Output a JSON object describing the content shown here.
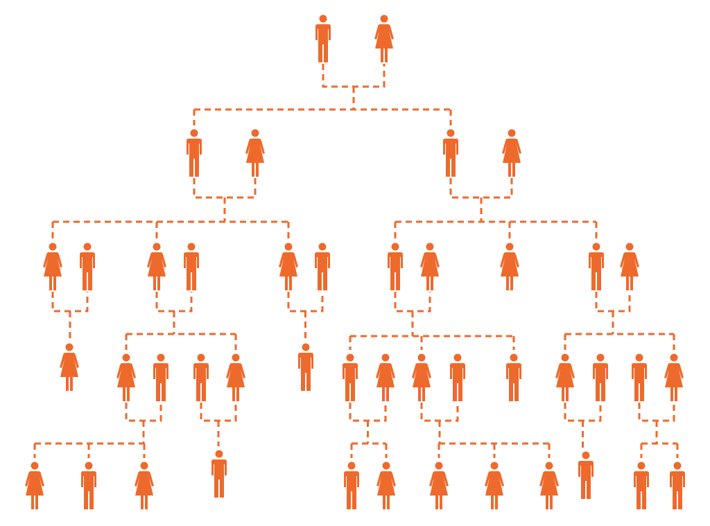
{
  "diagram": {
    "type": "family-tree",
    "colors": {
      "figure": "#EE6A2C",
      "connector": "#EE6A2C",
      "background": "#FFFFFF"
    },
    "icon_names": {
      "male": "male-person-icon",
      "female": "female-person-icon"
    },
    "people": [
      {
        "id": "p1",
        "gender": "male"
      },
      {
        "id": "p2",
        "gender": "female"
      },
      {
        "id": "p3",
        "gender": "male"
      },
      {
        "id": "p4",
        "gender": "female"
      },
      {
        "id": "p5",
        "gender": "male"
      },
      {
        "id": "p6",
        "gender": "female"
      },
      {
        "id": "p7",
        "gender": "female"
      },
      {
        "id": "p8",
        "gender": "male"
      },
      {
        "id": "p9",
        "gender": "female"
      },
      {
        "id": "p10",
        "gender": "male"
      },
      {
        "id": "p11",
        "gender": "female"
      },
      {
        "id": "p12",
        "gender": "male"
      },
      {
        "id": "p13",
        "gender": "male"
      },
      {
        "id": "p14",
        "gender": "female"
      },
      {
        "id": "p15",
        "gender": "female"
      },
      {
        "id": "p16",
        "gender": "male"
      },
      {
        "id": "p17",
        "gender": "female"
      },
      {
        "id": "p18",
        "gender": "female"
      },
      {
        "id": "p19",
        "gender": "male"
      },
      {
        "id": "p20",
        "gender": "male"
      },
      {
        "id": "p21",
        "gender": "female"
      },
      {
        "id": "p22",
        "gender": "male"
      },
      {
        "id": "p23",
        "gender": "male"
      },
      {
        "id": "p24",
        "gender": "female"
      },
      {
        "id": "p25",
        "gender": "female"
      },
      {
        "id": "p26",
        "gender": "male"
      },
      {
        "id": "p27",
        "gender": "male"
      },
      {
        "id": "p28",
        "gender": "female"
      },
      {
        "id": "p29",
        "gender": "male"
      },
      {
        "id": "p30",
        "gender": "male"
      },
      {
        "id": "p31",
        "gender": "female"
      },
      {
        "id": "p32",
        "gender": "female"
      },
      {
        "id": "p33",
        "gender": "male"
      },
      {
        "id": "p34",
        "gender": "female"
      },
      {
        "id": "p35",
        "gender": "male"
      },
      {
        "id": "p36",
        "gender": "male"
      },
      {
        "id": "p37",
        "gender": "female"
      },
      {
        "id": "p38",
        "gender": "female"
      },
      {
        "id": "p39",
        "gender": "female"
      },
      {
        "id": "p40",
        "gender": "female"
      },
      {
        "id": "p41",
        "gender": "male"
      },
      {
        "id": "p42",
        "gender": "male"
      },
      {
        "id": "p43",
        "gender": "male"
      }
    ],
    "families": [
      {
        "parents": [
          "p1",
          "p2"
        ],
        "children": [
          "p3",
          "p5"
        ]
      },
      {
        "parents": [
          "p3",
          "p4"
        ],
        "children": [
          "p7",
          "p9",
          "p11"
        ]
      },
      {
        "parents": [
          "p5",
          "p6"
        ],
        "children": [
          "p13",
          "p15",
          "p16"
        ]
      },
      {
        "parents": [
          "p7",
          "p8"
        ],
        "children": [
          "p18"
        ]
      },
      {
        "parents": [
          "p9",
          "p10"
        ],
        "children": [
          "p19",
          "p21"
        ]
      },
      {
        "parents": [
          "p11",
          "p12"
        ],
        "children": [
          "p23"
        ]
      },
      {
        "parents": [
          "p13",
          "p14"
        ],
        "children": [
          "p24",
          "p26",
          "p28"
        ]
      },
      {
        "parents": [
          "p16",
          "p17"
        ],
        "children": [
          "p29",
          "p31"
        ]
      },
      {
        "parents": [
          "p19",
          "p20"
        ],
        "children": [
          "p32",
          "p33",
          "p34"
        ]
      },
      {
        "parents": [
          "p21",
          "p22"
        ],
        "children": [
          "p35"
        ]
      },
      {
        "parents": [
          "p24",
          "p25"
        ],
        "children": [
          "p36",
          "p37"
        ]
      },
      {
        "parents": [
          "p26",
          "p27"
        ],
        "children": [
          "p38",
          "p39",
          "p40"
        ]
      },
      {
        "parents": [
          "p29",
          "p30"
        ],
        "children": [
          "p41"
        ]
      },
      {
        "parents": [
          "p31",
          "p32"
        ],
        "children": [
          "p42",
          "p43"
        ]
      }
    ]
  }
}
